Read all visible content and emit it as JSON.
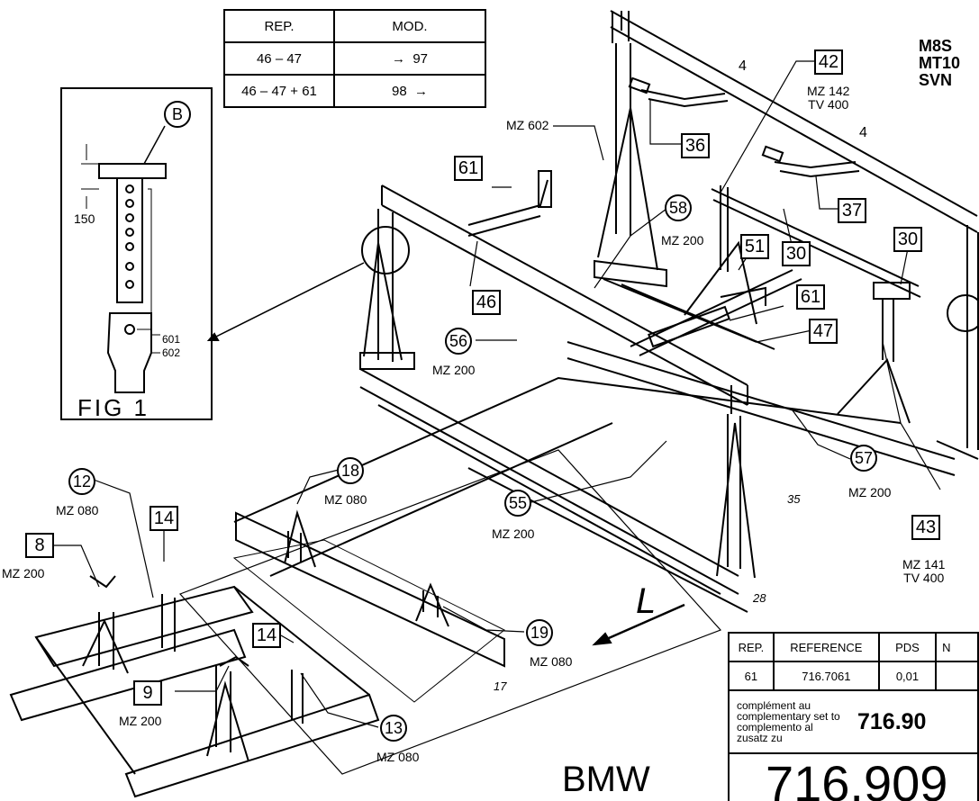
{
  "mod_table": {
    "headers": [
      "REP.",
      "MOD."
    ],
    "rows": [
      {
        "rep": "46 – 47",
        "mod": "97"
      },
      {
        "rep": "46 – 47 + 61",
        "mod": "98"
      }
    ]
  },
  "models": [
    "M8S",
    "MT10",
    "SVN"
  ],
  "figure": {
    "letter": "B",
    "dim": "150",
    "parts": [
      "601",
      "602"
    ],
    "caption": "FIG 1"
  },
  "box_labels": [
    "42",
    "36",
    "37",
    "61",
    "46",
    "51",
    "30",
    "30",
    "61",
    "47",
    "43",
    "8",
    "14",
    "14",
    "9"
  ],
  "circle_labels": [
    "58",
    "56",
    "57",
    "55",
    "12",
    "18",
    "19",
    "13"
  ],
  "mz_labels": [
    "MZ 142\nTV 400",
    "MZ 602",
    "MZ 200",
    "MZ 200",
    "MZ 200",
    "MZ 200",
    "MZ 141\nTV 400",
    "MZ 080",
    "MZ 200",
    "MZ 080",
    "MZ 080",
    "MZ 200",
    "MZ 080"
  ],
  "misc_labels": [
    "4",
    "4",
    "35",
    "28",
    "17",
    "L"
  ],
  "ref_table": {
    "headers": [
      "REP.",
      "REFERENCE",
      "PDS",
      "N"
    ],
    "row": [
      "61",
      "716.7061",
      "0,01",
      ""
    ],
    "complement_lines": [
      "complément au",
      "complementary set to",
      "complemento al",
      "zusatz zu"
    ],
    "complement_ref": "716.90",
    "big_ref": "716.909"
  },
  "brand": "BMW",
  "colors": {
    "ink": "#000000",
    "paper": "#ffffff"
  }
}
